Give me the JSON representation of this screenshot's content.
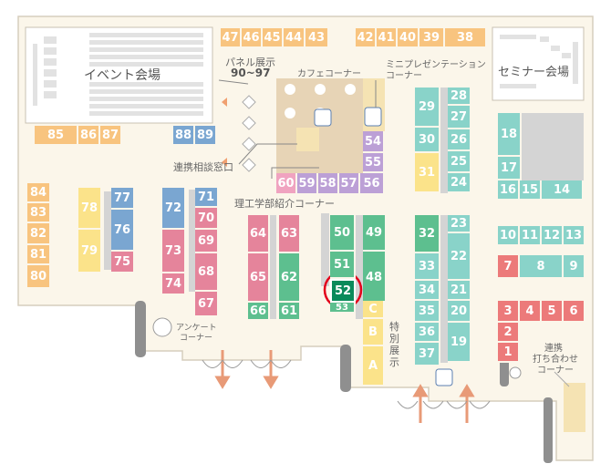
{
  "colors": {
    "orange": "#f8c47f",
    "yellow": "#fbe38a",
    "blue": "#7aa6d1",
    "pink": "#e5849b",
    "green": "#5dbf8f",
    "teal": "#89d3c9",
    "purple": "#bca0d6",
    "lightpink": "#f0a3c0",
    "red": "#ec7a7a",
    "highlight": "#0a8a5a",
    "highlight_ring": "#e3001b",
    "floor": "#fbf6ea"
  },
  "labels": {
    "event_hall": "イベント会場",
    "seminar_hall": "セミナー会場",
    "panel_title": "パネル展示",
    "panel_range": "90~97",
    "cafe": "カフェコーナー",
    "mini_pres_1": "ミニプレゼンテーション",
    "mini_pres_2": "コーナー",
    "consult": "連携相談窓口",
    "science_intro": "理工学部紹介コーナー",
    "survey_1": "アンケート",
    "survey_2": "コーナー",
    "special": "特別展示",
    "collab_1": "連携",
    "collab_2": "打ち合わせ",
    "collab_3": "コーナー"
  },
  "booths": [
    {
      "id": "47",
      "c": "orange"
    },
    {
      "id": "46",
      "c": "orange"
    },
    {
      "id": "45",
      "c": "orange"
    },
    {
      "id": "44",
      "c": "orange"
    },
    {
      "id": "43",
      "c": "orange"
    },
    {
      "id": "42",
      "c": "orange"
    },
    {
      "id": "41",
      "c": "orange"
    },
    {
      "id": "40",
      "c": "orange"
    },
    {
      "id": "39",
      "c": "orange"
    },
    {
      "id": "38",
      "c": "orange"
    },
    {
      "id": "85",
      "c": "orange"
    },
    {
      "id": "86",
      "c": "orange"
    },
    {
      "id": "87",
      "c": "orange"
    },
    {
      "id": "88",
      "c": "blue"
    },
    {
      "id": "89",
      "c": "blue"
    },
    {
      "id": "84",
      "c": "orange"
    },
    {
      "id": "83",
      "c": "orange"
    },
    {
      "id": "82",
      "c": "orange"
    },
    {
      "id": "81",
      "c": "orange"
    },
    {
      "id": "80",
      "c": "orange"
    },
    {
      "id": "78",
      "c": "yellow"
    },
    {
      "id": "79",
      "c": "yellow"
    },
    {
      "id": "77",
      "c": "blue"
    },
    {
      "id": "76",
      "c": "blue"
    },
    {
      "id": "75",
      "c": "pink"
    },
    {
      "id": "72",
      "c": "blue"
    },
    {
      "id": "73",
      "c": "pink"
    },
    {
      "id": "74",
      "c": "pink"
    },
    {
      "id": "71",
      "c": "blue"
    },
    {
      "id": "70",
      "c": "pink"
    },
    {
      "id": "69",
      "c": "pink"
    },
    {
      "id": "68",
      "c": "pink"
    },
    {
      "id": "67",
      "c": "pink"
    },
    {
      "id": "64",
      "c": "pink"
    },
    {
      "id": "65",
      "c": "pink"
    },
    {
      "id": "66",
      "c": "green"
    },
    {
      "id": "63",
      "c": "pink"
    },
    {
      "id": "62",
      "c": "green"
    },
    {
      "id": "61",
      "c": "green"
    },
    {
      "id": "60",
      "c": "lightpink"
    },
    {
      "id": "59",
      "c": "purple"
    },
    {
      "id": "58",
      "c": "purple"
    },
    {
      "id": "57",
      "c": "purple"
    },
    {
      "id": "56",
      "c": "purple"
    },
    {
      "id": "54",
      "c": "purple"
    },
    {
      "id": "55",
      "c": "purple"
    },
    {
      "id": "50",
      "c": "green"
    },
    {
      "id": "51",
      "c": "green"
    },
    {
      "id": "52",
      "c": "highlight"
    },
    {
      "id": "53",
      "c": "green"
    },
    {
      "id": "49",
      "c": "green"
    },
    {
      "id": "48",
      "c": "green"
    },
    {
      "id": "C",
      "c": "yellow"
    },
    {
      "id": "B",
      "c": "yellow"
    },
    {
      "id": "A",
      "c": "yellow"
    },
    {
      "id": "32",
      "c": "green"
    },
    {
      "id": "33",
      "c": "teal"
    },
    {
      "id": "34",
      "c": "teal"
    },
    {
      "id": "35",
      "c": "teal"
    },
    {
      "id": "36",
      "c": "teal"
    },
    {
      "id": "37",
      "c": "teal"
    },
    {
      "id": "23",
      "c": "teal"
    },
    {
      "id": "22",
      "c": "teal"
    },
    {
      "id": "21",
      "c": "teal"
    },
    {
      "id": "20",
      "c": "teal"
    },
    {
      "id": "19",
      "c": "teal"
    },
    {
      "id": "29",
      "c": "teal"
    },
    {
      "id": "30",
      "c": "teal"
    },
    {
      "id": "31",
      "c": "yellow"
    },
    {
      "id": "28",
      "c": "teal"
    },
    {
      "id": "27",
      "c": "teal"
    },
    {
      "id": "26",
      "c": "teal"
    },
    {
      "id": "25",
      "c": "teal"
    },
    {
      "id": "24",
      "c": "teal"
    },
    {
      "id": "18",
      "c": "teal"
    },
    {
      "id": "17",
      "c": "teal"
    },
    {
      "id": "16",
      "c": "teal"
    },
    {
      "id": "15",
      "c": "teal"
    },
    {
      "id": "14",
      "c": "teal"
    },
    {
      "id": "10",
      "c": "teal"
    },
    {
      "id": "11",
      "c": "teal"
    },
    {
      "id": "12",
      "c": "teal"
    },
    {
      "id": "13",
      "c": "teal"
    },
    {
      "id": "7",
      "c": "red"
    },
    {
      "id": "8",
      "c": "teal"
    },
    {
      "id": "9",
      "c": "teal"
    },
    {
      "id": "3",
      "c": "red"
    },
    {
      "id": "4",
      "c": "red"
    },
    {
      "id": "5",
      "c": "red"
    },
    {
      "id": "6",
      "c": "red"
    },
    {
      "id": "2",
      "c": "red"
    },
    {
      "id": "1",
      "c": "red"
    }
  ]
}
